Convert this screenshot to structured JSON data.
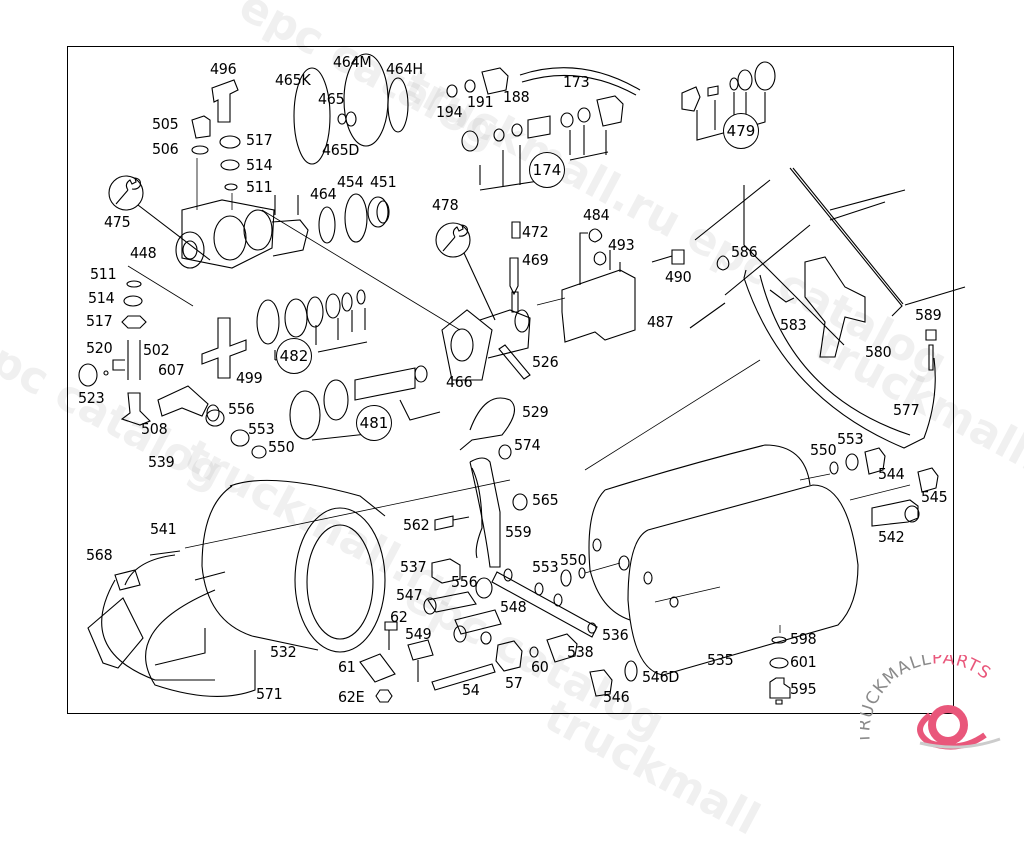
{
  "diagram": {
    "type": "exploded-parts-diagram",
    "subject": "compressed air tanks, pressure regulator and fittings",
    "callouts": [
      {
        "id": "c496",
        "label": "496"
      },
      {
        "id": "c465K",
        "label": "465K"
      },
      {
        "id": "c464M",
        "label": "464M"
      },
      {
        "id": "c464H",
        "label": "464H"
      },
      {
        "id": "c465",
        "label": "465"
      },
      {
        "id": "c465D",
        "label": "465D"
      },
      {
        "id": "c505",
        "label": "505"
      },
      {
        "id": "c506",
        "label": "506"
      },
      {
        "id": "c517a",
        "label": "517"
      },
      {
        "id": "c514a",
        "label": "514"
      },
      {
        "id": "c511a",
        "label": "511"
      },
      {
        "id": "c475",
        "label": "475"
      },
      {
        "id": "c464",
        "label": "464"
      },
      {
        "id": "c454",
        "label": "454"
      },
      {
        "id": "c451",
        "label": "451"
      },
      {
        "id": "c448",
        "label": "448"
      },
      {
        "id": "c511b",
        "label": "511"
      },
      {
        "id": "c514b",
        "label": "514"
      },
      {
        "id": "c517b",
        "label": "517"
      },
      {
        "id": "c520",
        "label": "520"
      },
      {
        "id": "c502",
        "label": "502"
      },
      {
        "id": "c607",
        "label": "607"
      },
      {
        "id": "c523",
        "label": "523"
      },
      {
        "id": "c508",
        "label": "508"
      },
      {
        "id": "c499",
        "label": "499"
      },
      {
        "id": "c556a",
        "label": "556"
      },
      {
        "id": "c553a",
        "label": "553"
      },
      {
        "id": "c550a",
        "label": "550"
      },
      {
        "id": "c539",
        "label": "539"
      },
      {
        "id": "c541",
        "label": "541"
      },
      {
        "id": "c568",
        "label": "568"
      },
      {
        "id": "c532",
        "label": "532"
      },
      {
        "id": "c571",
        "label": "571"
      },
      {
        "id": "c61",
        "label": "61"
      },
      {
        "id": "c62E",
        "label": "62E"
      },
      {
        "id": "c62",
        "label": "62"
      },
      {
        "id": "c549",
        "label": "549"
      },
      {
        "id": "c547",
        "label": "547"
      },
      {
        "id": "c537",
        "label": "537"
      },
      {
        "id": "c556b",
        "label": "556"
      },
      {
        "id": "c548",
        "label": "548"
      },
      {
        "id": "c553b",
        "label": "553"
      },
      {
        "id": "c550b",
        "label": "550"
      },
      {
        "id": "c536",
        "label": "536"
      },
      {
        "id": "c538",
        "label": "538"
      },
      {
        "id": "c60",
        "label": "60"
      },
      {
        "id": "c57",
        "label": "57"
      },
      {
        "id": "c54",
        "label": "54"
      },
      {
        "id": "c546",
        "label": "546"
      },
      {
        "id": "c546D",
        "label": "546D"
      },
      {
        "id": "c562",
        "label": "562"
      },
      {
        "id": "c559",
        "label": "559"
      },
      {
        "id": "c565",
        "label": "565"
      },
      {
        "id": "c574",
        "label": "574"
      },
      {
        "id": "c529",
        "label": "529"
      },
      {
        "id": "c526",
        "label": "526"
      },
      {
        "id": "c466",
        "label": "466"
      },
      {
        "id": "c478",
        "label": "478"
      },
      {
        "id": "c472",
        "label": "472"
      },
      {
        "id": "c469",
        "label": "469"
      },
      {
        "id": "c484",
        "label": "484"
      },
      {
        "id": "c493",
        "label": "493"
      },
      {
        "id": "c490",
        "label": "490"
      },
      {
        "id": "c487",
        "label": "487"
      },
      {
        "id": "c586",
        "label": "586"
      },
      {
        "id": "c583",
        "label": "583"
      },
      {
        "id": "c580",
        "label": "580"
      },
      {
        "id": "c589",
        "label": "589"
      },
      {
        "id": "c577",
        "label": "577"
      },
      {
        "id": "c194",
        "label": "194"
      },
      {
        "id": "c191",
        "label": "191"
      },
      {
        "id": "c188",
        "label": "188"
      },
      {
        "id": "c173",
        "label": "173"
      },
      {
        "id": "c550c",
        "label": "550"
      },
      {
        "id": "c553c",
        "label": "553"
      },
      {
        "id": "c544",
        "label": "544"
      },
      {
        "id": "c545",
        "label": "545"
      },
      {
        "id": "c542",
        "label": "542"
      },
      {
        "id": "c598",
        "label": "598"
      },
      {
        "id": "c601",
        "label": "601"
      },
      {
        "id": "c595",
        "label": "595"
      },
      {
        "id": "c535",
        "label": "535"
      }
    ],
    "group_callouts": [
      {
        "id": "g174",
        "label": "174"
      },
      {
        "id": "g479",
        "label": "479"
      },
      {
        "id": "g482",
        "label": "482"
      },
      {
        "id": "g481",
        "label": "481"
      }
    ],
    "tool_symbols": [
      {
        "id": "t475",
        "icon": "wrench-icon"
      },
      {
        "id": "t478",
        "icon": "wrench-icon"
      }
    ]
  },
  "watermarks": [
    "epc catalog",
    "truckmall.ru epc catalog",
    "truckmall.ru",
    "epc catalog",
    "truckmall.ru e",
    "truckmall"
  ],
  "logo": {
    "text_primary": "TRUCKMALL",
    "text_secondary": "PARTS",
    "color_primary": "#8a8a8a",
    "color_secondary": "#e9577b"
  }
}
